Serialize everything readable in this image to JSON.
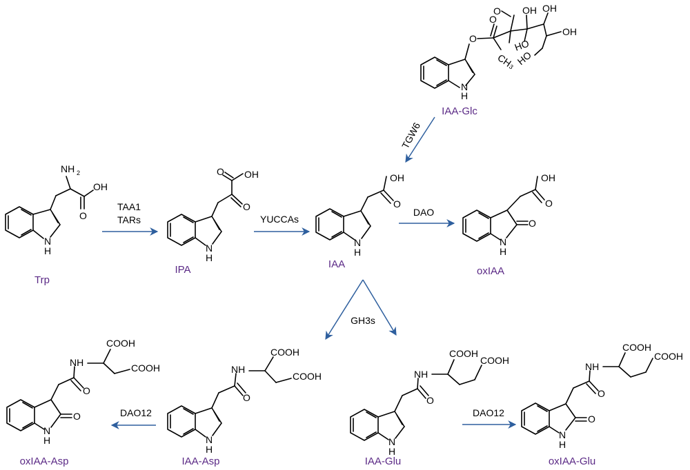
{
  "colors": {
    "name": "#5b2a86",
    "arrow": "#2e5f9e",
    "bond": "#000000"
  },
  "molecules": {
    "trp": "Trp",
    "ipa": "IPA",
    "iaa": "IAA",
    "oxiaa": "oxIAA",
    "iaa_glc": "IAA-Glc",
    "iaa_asp": "IAA-Asp",
    "oxiaa_asp": "oxIAA-Asp",
    "iaa_glu": "IAA-Glu",
    "oxiaa_glu": "oxIAA-Glu"
  },
  "enzymes": {
    "taa1": "TAA1",
    "tars": "TARs",
    "yuccas": "YUCCAs",
    "dao": "DAO",
    "tgw6": "TGW6",
    "gh3s": "GH3s",
    "dao12_asp": "DAO12",
    "dao12_glu": "DAO12"
  },
  "atoms": {
    "nh": "NH",
    "h": "H",
    "n": "N",
    "nh2": "NH",
    "two": "2",
    "oh": "OH",
    "o": "O",
    "ho": "HO",
    "cooh": "COOH",
    "ch3": "CH",
    "three": "3"
  }
}
